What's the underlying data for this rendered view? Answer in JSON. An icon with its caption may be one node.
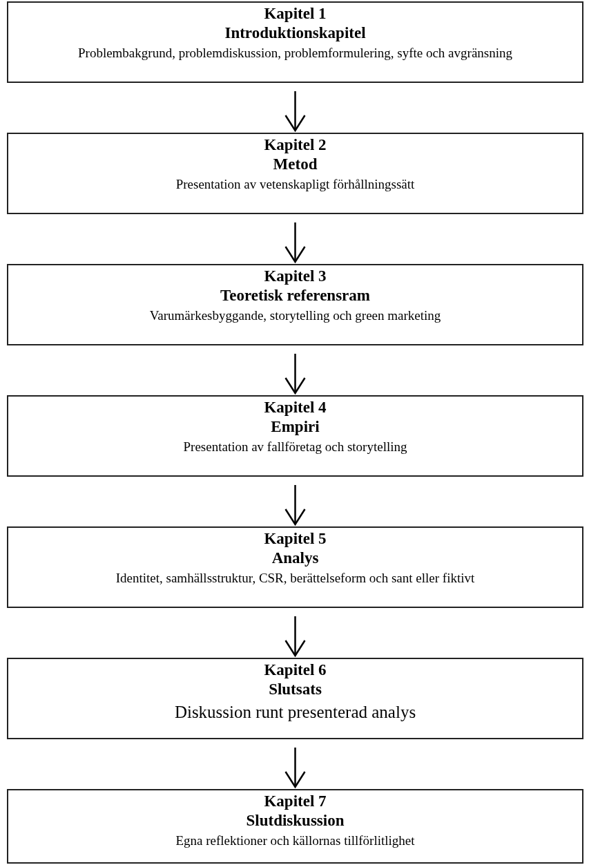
{
  "diagram": {
    "nodes": [
      {
        "text": [
          "Kapitel 1",
          "Introduktionskapitel",
          "Problembakgrund, problemdiskussion, problemformulering, syfte och avgränsning"
        ]
      },
      {
        "text": [
          "Kapitel 2",
          "Metod",
          "Presentation av vetenskapligt förhållningssätt"
        ]
      },
      {
        "text": [
          "Kapitel 3",
          "Teoretisk referensram",
          "Varumärkesbyggande, storytelling och green marketing"
        ]
      },
      {
        "text": [
          "Kapitel 4",
          "Empiri",
          "Presentation av fallföretag och storytelling"
        ]
      },
      {
        "text": [
          "Kapitel 5",
          "Analys",
          "Identitet, samhällsstruktur, CSR, berättelseform och sant eller fiktivt"
        ]
      },
      {
        "text": [
          "Kapitel 6",
          "Slutsats",
          "Diskussion runt presenterad analys"
        ]
      },
      {
        "text": [
          "Kapitel 7",
          "Slutdiskussion",
          "Egna reflektioner och källornas tillförlitlighet"
        ]
      }
    ],
    "edges": [
      {
        "from": 0,
        "to": 1,
        "arrow": "to"
      },
      {
        "from": 1,
        "to": 2,
        "arrow": "to"
      },
      {
        "from": 2,
        "to": 3,
        "arrow": "to"
      },
      {
        "from": 3,
        "to": 4,
        "arrow": "to"
      },
      {
        "from": 4,
        "to": 5,
        "arrow": "to"
      },
      {
        "from": 5,
        "to": 6,
        "arrow": "to"
      }
    ]
  }
}
